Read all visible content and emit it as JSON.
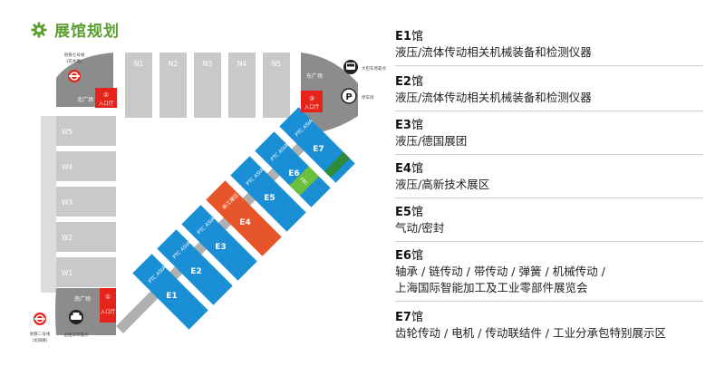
{
  "header": {
    "title": "展馆规划",
    "accent": "#5a9e2f"
  },
  "map": {
    "north_halls": [
      "N1",
      "N2",
      "N3",
      "N4",
      "N5"
    ],
    "west_halls": [
      "W5",
      "W4",
      "W3",
      "W2",
      "W1"
    ],
    "diagonal_halls": [
      {
        "id": "E1",
        "tag": "PTC ASIA"
      },
      {
        "id": "E2",
        "tag": "PTC ASIA"
      },
      {
        "id": "E3",
        "tag": "PTC ASIA"
      },
      {
        "id": "E4",
        "tag": "新工展区"
      },
      {
        "id": "E5",
        "tag": "PTC ASIA"
      },
      {
        "id": "E6",
        "tag": "PTC ASIA",
        "extra": "FBC"
      },
      {
        "id": "E7",
        "tag": "PTC ASIA"
      }
    ],
    "entrances": [
      {
        "num": "②",
        "label": "入口厅"
      },
      {
        "num": "③",
        "label": "入口厅"
      },
      {
        "num": "①",
        "label": "入口厅"
      }
    ],
    "plazas": {
      "north": "北广场",
      "east": "东广场",
      "south": "南广场"
    },
    "transport": {
      "metro_north": "地铁七号线\n(花木路)",
      "bus": "大巴车停靠点",
      "parking": "停车场",
      "metro_south": "地铁二号线\n(龙阳路)",
      "taxi": "出租车停靠点"
    },
    "colors": {
      "blue": "#1a8fd6",
      "orange": "#e6562a",
      "red": "#e5231b",
      "gray": "#c9c9c9",
      "green": "#6abf3c"
    }
  },
  "legend": [
    {
      "hall": "E1",
      "suffix": "馆",
      "lines": [
        "液压/流体传动相关机械装备和检测仪器"
      ]
    },
    {
      "hall": "E2",
      "suffix": "馆",
      "lines": [
        "液压/流体传动相关机械装备和检测仪器"
      ]
    },
    {
      "hall": "E3",
      "suffix": "馆",
      "lines": [
        "液压/德国展团"
      ]
    },
    {
      "hall": "E4",
      "suffix": "馆",
      "lines": [
        "液压/高新技术展区"
      ]
    },
    {
      "hall": "E5",
      "suffix": "馆",
      "lines": [
        "气动/密封"
      ]
    },
    {
      "hall": "E6",
      "suffix": "馆",
      "lines": [
        "轴承 / 链传动 / 带传动 / 弹簧 / 机械传动 /",
        "上海国际智能加工及工业零部件展览会"
      ]
    },
    {
      "hall": "E7",
      "suffix": "馆",
      "lines": [
        "齿轮传动 / 电机 / 传动联结件 / 工业分承包特别展示区"
      ]
    }
  ]
}
